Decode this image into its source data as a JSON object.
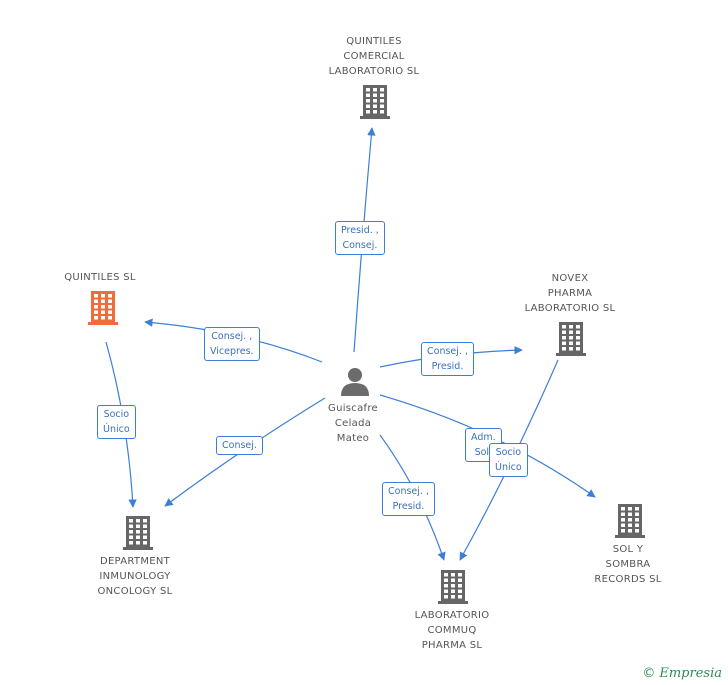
{
  "colors": {
    "edge": "#3d7fd6",
    "company": "#666666",
    "highlight": "#f26b3a",
    "person": "#6b6b6b"
  },
  "nodes": {
    "person": {
      "label": "Guiscafre\nCelada\nMateo",
      "icon": "person-icon"
    },
    "quintiles_comercial": {
      "label": "QUINTILES\nCOMERCIAL\nLABORATORIO SL",
      "icon": "building-icon"
    },
    "quintiles_sl": {
      "label": "QUINTILES SL",
      "icon": "building-icon"
    },
    "novex": {
      "label": "NOVEX\nPHARMA\nLABORATORIO SL",
      "icon": "building-icon"
    },
    "department": {
      "label": "DEPARTMENT\nINMUNOLOGY\nONCOLOGY SL",
      "icon": "building-icon"
    },
    "sol_sombra": {
      "label": "SOL Y\nSOMBRA\nRECORDS SL",
      "icon": "building-icon"
    },
    "commuq": {
      "label": "LABORATORIO\nCOMMUQ\nPHARMA SL",
      "icon": "building-icon"
    }
  },
  "edges": {
    "presid_consej": "Presid. ,\nConsej.",
    "consej_vicepres": "Consej. ,\nVicepres.",
    "consej_presid_novex": "Consej. ,\nPresid.",
    "socio_unico_quintiles": "Socio\nÚnico",
    "consej_department": "Consej.",
    "adm_sol": "Adm.\nSol.",
    "socio_unico_novex": "Socio\nÚnico",
    "consej_presid_commuq": "Consej. ,\nPresid."
  },
  "brand": {
    "copyright": "©",
    "name": "Empresia"
  }
}
